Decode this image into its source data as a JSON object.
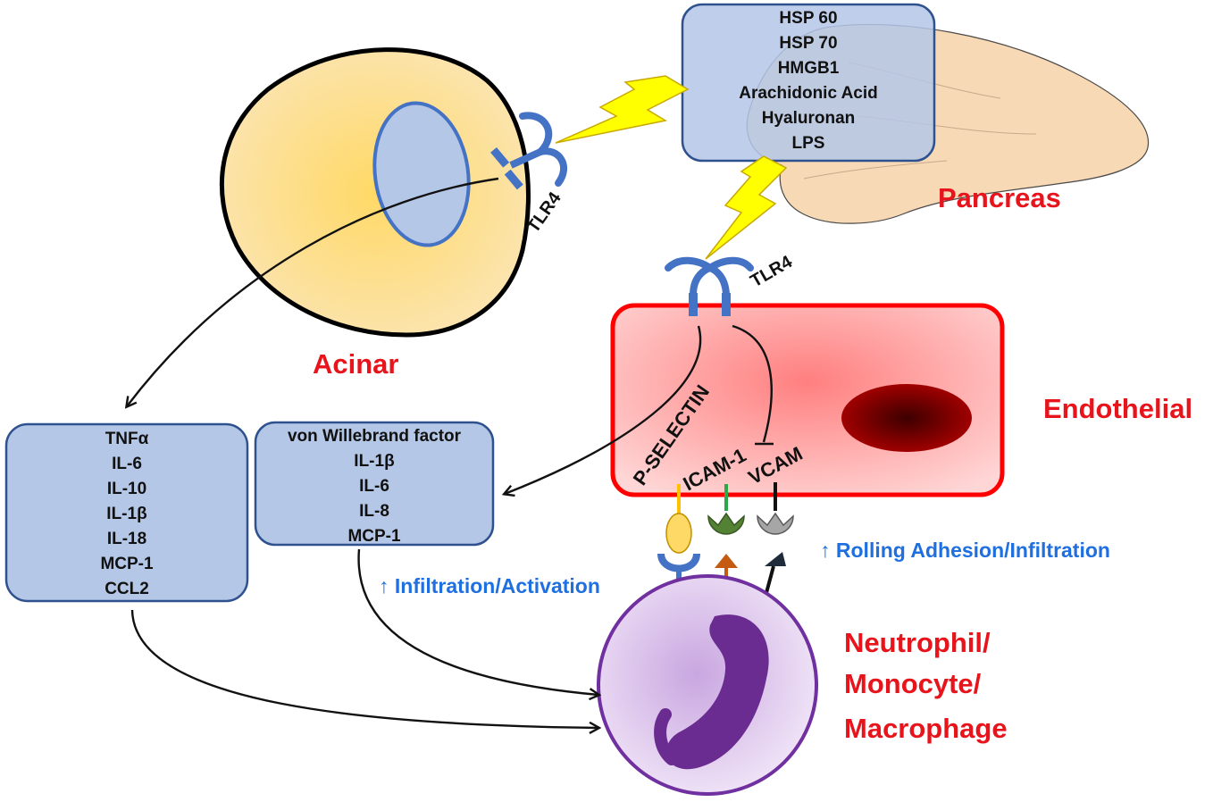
{
  "damp_box": {
    "items": [
      "HSP 60",
      "HSP 70",
      "HMGB1",
      "Arachidonic Acid",
      "Hyaluronan",
      "LPS"
    ]
  },
  "acinar_box": {
    "items": [
      "TNFα",
      "IL-6",
      "IL-10",
      "IL-1β",
      "IL-18",
      "MCP-1",
      "CCL2"
    ]
  },
  "endothelial_box": {
    "items": [
      "von Willebrand factor",
      "IL-1β",
      "IL-6",
      "IL-8",
      "MCP-1"
    ]
  },
  "labels": {
    "pancreas": "Pancreas",
    "acinar": "Acinar",
    "endothelial": "Endothelial",
    "leukocyte_line1": "Neutrophil/",
    "leukocyte_line2": "Monocyte/",
    "leukocyte_line3": "Macrophage",
    "tlr4_acinar": "TLR4",
    "tlr4_endothelial": "TLR4",
    "p_selectin": "P-SELECTIN",
    "icam": "ICAM-1",
    "vcam": "VCAM",
    "infiltration_activation": "↑ Infiltration/Activation",
    "rolling_adhesion": "↑ Rolling Adhesion/Infiltration"
  },
  "colors": {
    "label_red": "#e8141c",
    "label_blue": "#1f6fe0",
    "box_fill": "#b4c7e7",
    "box_stroke": "#2f528f",
    "receptor_blue": "#4472c4",
    "bolt_yellow": "#ffff00",
    "endothelial_border": "#ff0000",
    "nucleus_dark": "#8b0000",
    "leukocyte_border": "#7030a0",
    "leukocyte_nucleus": "#6a2c91",
    "p_selectin_ligand": "#ffd966",
    "icam_green": "#548235",
    "vcam_gray": "#a6a6a6",
    "integrin_orange": "#c55a11"
  },
  "icons": [
    "acinar-cell",
    "pancreas-organ",
    "endothelial-cell",
    "leukocyte-cell",
    "lightning-bolt",
    "tlr4-receptor"
  ]
}
